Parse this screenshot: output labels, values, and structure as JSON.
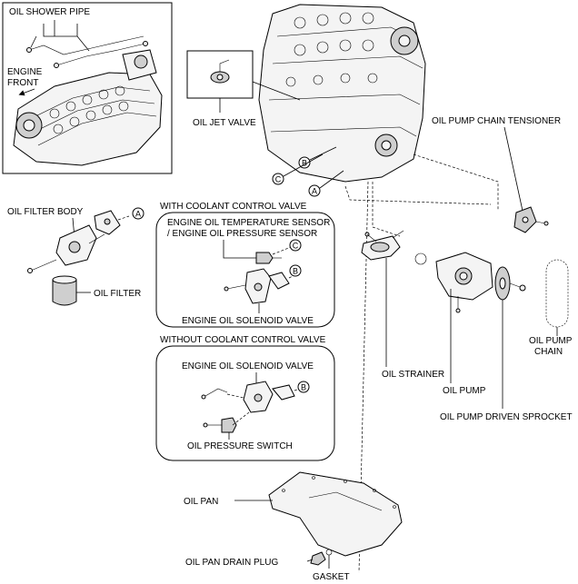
{
  "labels": {
    "oil_shower_pipe": "OIL SHOWER PIPE",
    "engine_front_1": "ENGINE",
    "engine_front_2": "FRONT",
    "oil_jet_valve": "OIL JET VALVE",
    "oil_pump_chain_tensioner": "OIL PUMP CHAIN TENSIONER",
    "oil_filter_body": "OIL FILTER BODY",
    "oil_filter": "OIL FILTER",
    "with_coolant_control_valve": "WITH COOLANT CONTROL VALVE",
    "engine_oil_temp_sensor_1": "ENGINE OIL TEMPERATURE SENSOR",
    "engine_oil_temp_sensor_2": "/ ENGINE OIL PRESSURE SENSOR",
    "engine_oil_solenoid_valve_a": "ENGINE OIL SOLENOID VALVE",
    "without_coolant_control_valve": "WITHOUT COOLANT CONTROL VALVE",
    "engine_oil_solenoid_valve_b": "ENGINE OIL SOLENOID VALVE",
    "oil_pressure_switch": "OIL PRESSURE SWITCH",
    "oil_strainer": "OIL STRAINER",
    "oil_pump": "OIL PUMP",
    "oil_pump_chain_1": "OIL PUMP",
    "oil_pump_chain_2": "CHAIN",
    "oil_pump_driven_sprocket": "OIL PUMP DRIVEN SPROCKET",
    "oil_pan": "OIL PAN",
    "oil_pan_drain_plug": "OIL PAN DRAIN PLUG",
    "gasket": "GASKET"
  },
  "refs": {
    "a": "A",
    "b": "B",
    "c": "C"
  }
}
